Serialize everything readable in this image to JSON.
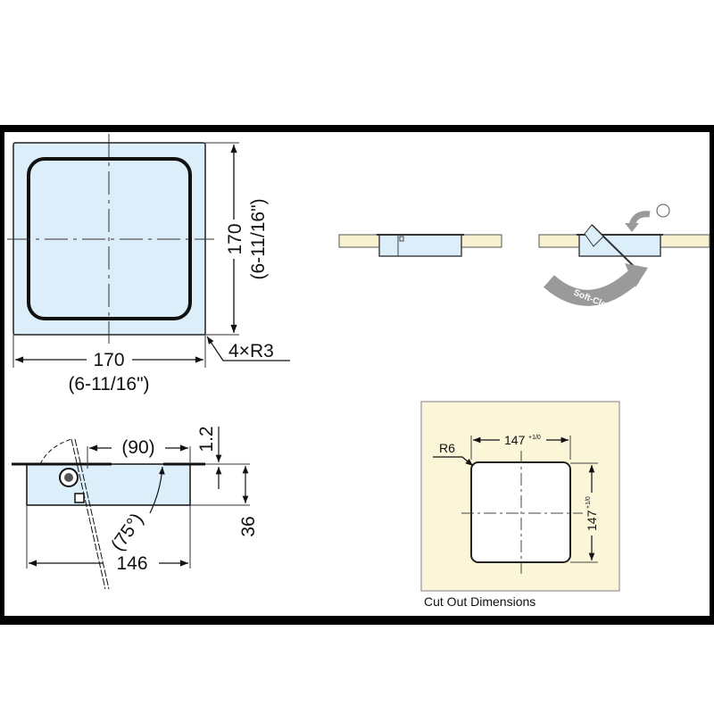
{
  "plan_view": {
    "height_mm": "170",
    "height_in": "(6-11/16\")",
    "width_mm": "170",
    "width_in": "(6-11/16\")",
    "corner_radius": "4×R3"
  },
  "side_view": {
    "opening": "(90)",
    "flange": "1.2",
    "angle": "(75°)",
    "depth": "36",
    "length": "146"
  },
  "operation": {
    "soft_close_label": "Soft-Close"
  },
  "cutout": {
    "radius": "R6",
    "width": "147",
    "width_tol": "+1/0",
    "height": "147",
    "height_tol": "+1/0",
    "caption": "Cut Out Dimensions"
  },
  "colors": {
    "frame": "#000000",
    "body_fill": "#dceefa",
    "panel_fill": "#f7f1cf",
    "cutout_bg": "#fbf6d8",
    "arrow_gray": "#9a9a9a"
  }
}
